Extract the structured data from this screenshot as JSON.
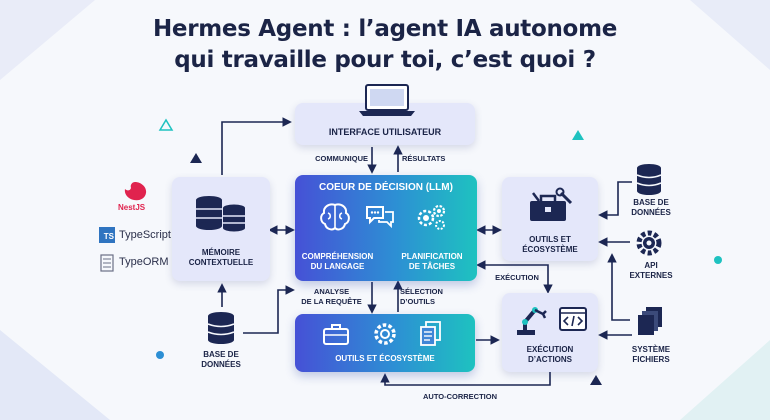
{
  "title": {
    "line1": "Hermes Agent : l’agent IA autonome",
    "line2": "qui travaille pour toi, c’est quoi ?"
  },
  "interface": {
    "label": "INTERFACE UTILISATEUR"
  },
  "arrows": {
    "communique": "COMMUNIQUE",
    "resultats": "RÉSULTATS",
    "analyse": "ANALYSE\nDE LA REQUÊTE",
    "selection": "SÉLECTION\nD’OUTILS",
    "execution": "EXÉCUTION",
    "auto_correction": "AUTO-CORRECTION"
  },
  "decision": {
    "title": "COEUR DE DÉCISION (LLM)",
    "left": "COMPRÉHENSION\nDU LANGAGE",
    "right": "PLANIFICATION\nDE TÂCHES"
  },
  "memory": {
    "label": "MÉMOIRE\nCONTEXTUELLE"
  },
  "outils_right": {
    "label": "OUTILS ET\nÉCOSYSTÈME"
  },
  "outils_bottom": {
    "label": "OUTILS ET ÉCOSYSTÈME"
  },
  "execution_actions": {
    "label": "EXÉCUTION\nD’ACTIONS"
  },
  "db_left": {
    "label": "BASE DE\nDONNÉES"
  },
  "db_right": {
    "label": "BASE DE\nDONNÉES"
  },
  "api": {
    "label": "API\nEXTERNES"
  },
  "files": {
    "label": "SYSTÈME\nFICHIERS"
  },
  "logos": {
    "nestjs": "NestJS",
    "typescript_badge": "TS",
    "typescript": "TypeScript",
    "typeorm": "TypeORM"
  },
  "colors": {
    "primary": "#4651d6",
    "accent": "#1ec2c0",
    "dark": "#1a2346",
    "panel": "#e4e7fa",
    "nest": "#e0234e"
  }
}
